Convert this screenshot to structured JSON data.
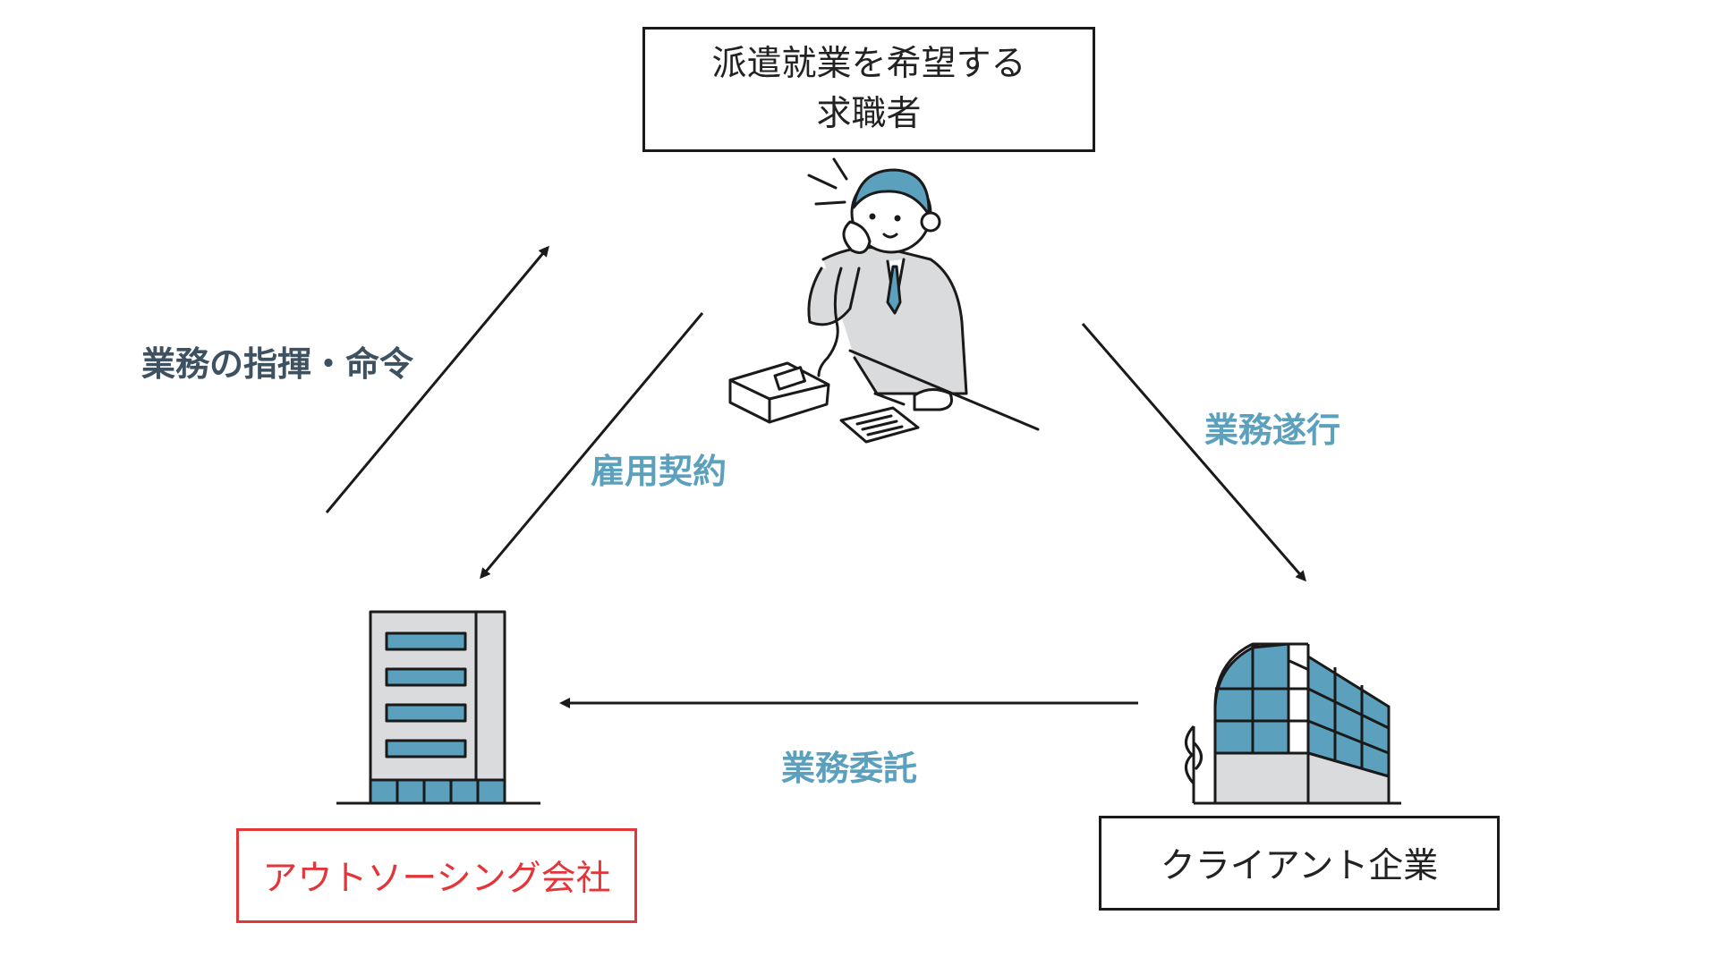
{
  "nodes": {
    "seeker": {
      "line1": "派遣就業を希望する",
      "line2": "求職者"
    },
    "outsourcing_company": {
      "label": "アウトソーシング会社"
    },
    "client_company": {
      "label": "クライアント企業"
    }
  },
  "edges": {
    "command": {
      "label": "業務の指揮・命令"
    },
    "employment": {
      "label": "雇用契約"
    },
    "execution": {
      "label": "業務遂行"
    },
    "outsourcing": {
      "label": "業務委託"
    }
  },
  "colors": {
    "accent": "#5ba0bd",
    "dark_label": "#3d5161",
    "outsourcing_border": "#e3363a",
    "line": "#1a1a1a",
    "building_gray": "#d9dbdd"
  },
  "icons": [
    "person-on-phone-illustration",
    "office-building-icon",
    "client-building-icon"
  ]
}
